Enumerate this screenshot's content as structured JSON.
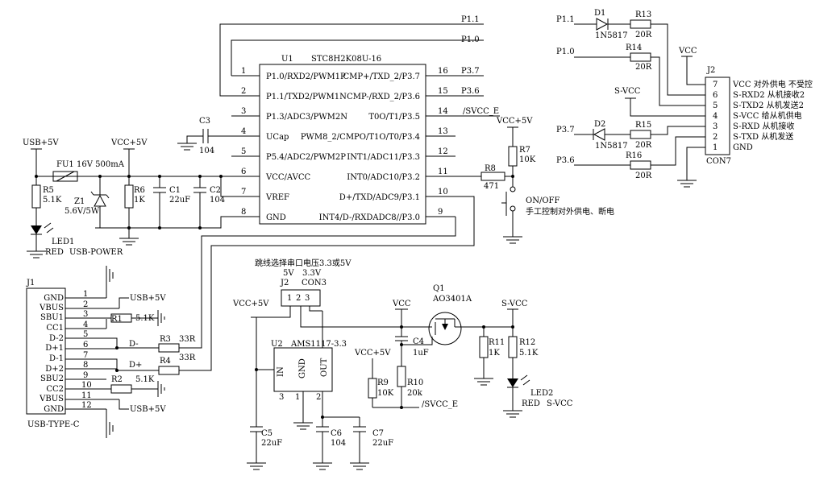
{
  "u1": {
    "ref": "U1",
    "part": "STC8H2K08U-16",
    "left": [
      {
        "num": "1",
        "name": "P1.0/RXD2/PWM1P"
      },
      {
        "num": "2",
        "name": "P1.1/TXD2/PWM1N"
      },
      {
        "num": "3",
        "name": "P1.3/ADC3/PWM2N"
      },
      {
        "num": "4",
        "name": "UCap"
      },
      {
        "num": "5",
        "name": "P5.4/ADC2/PWM2P"
      },
      {
        "num": "6",
        "name": "VCC/AVCC"
      },
      {
        "num": "7",
        "name": "VREF"
      },
      {
        "num": "8",
        "name": "GND"
      }
    ],
    "right": [
      {
        "num": "16",
        "name": "CMP+/TXD_2/P3.7"
      },
      {
        "num": "15",
        "name": "CMP-/RXD_2/P3.6"
      },
      {
        "num": "14",
        "name": "T0O/T1/P3.5"
      },
      {
        "num": "13",
        "name": "PWM8_2/CMPO/T1O/T0/P3.4"
      },
      {
        "num": "12",
        "name": "INT1/ADC11/P3.3"
      },
      {
        "num": "11",
        "name": "INT0/ADC10/P3.2"
      },
      {
        "num": "10",
        "name": "D+/TXD/ADC9/P3.1"
      },
      {
        "num": "9",
        "name": "INT4/D-/RXDADC8//P3.0"
      }
    ]
  },
  "nets": {
    "p11": "P1.1",
    "p10": "P1.0",
    "p37": "P3.7",
    "p36": "P3.6",
    "svcc_e": "/SVCC_E",
    "usb5v": "USB+5V",
    "vcc5v": "VCC+5V",
    "vcc": "VCC",
    "svcc": "S-VCC",
    "dminus": "D-",
    "dplus": "D+"
  },
  "parts": {
    "c3": {
      "ref": "C3",
      "val": "104"
    },
    "fu1": {
      "ref": "FU1",
      "val": "16V 500mA"
    },
    "r5": {
      "ref": "R5",
      "val": "5.1K"
    },
    "led1": {
      "ref": "LED1",
      "color": "RED",
      "label": "USB-POWER"
    },
    "z1": {
      "ref": "Z1",
      "val": "5.6V/5W"
    },
    "r6": {
      "ref": "R6",
      "val": "1K"
    },
    "c1": {
      "ref": "C1",
      "val": "22uF"
    },
    "c2": {
      "ref": "C2",
      "val": "104"
    },
    "r7": {
      "ref": "R7",
      "val": "10K"
    },
    "r8": {
      "ref": "R8",
      "val": "471"
    },
    "sw": {
      "label": "ON/OFF",
      "desc": "手工控制对外供电、断电"
    },
    "d1": {
      "ref": "D1",
      "val": "1N5817"
    },
    "d2": {
      "ref": "D2",
      "val": "1N5817"
    },
    "r13": {
      "ref": "R13",
      "val": "20R"
    },
    "r14": {
      "ref": "R14",
      "val": "20R"
    },
    "r15": {
      "ref": "R15",
      "val": "20R"
    },
    "r16": {
      "ref": "R16",
      "val": "20R"
    },
    "r1": {
      "ref": "R1",
      "val": "5.1K"
    },
    "r2": {
      "ref": "R2",
      "val": "5.1K"
    },
    "r3": {
      "ref": "R3",
      "val": "33R"
    },
    "r4": {
      "ref": "R4",
      "val": "33R"
    },
    "c5": {
      "ref": "C5",
      "val": "22uF"
    },
    "c6": {
      "ref": "C6",
      "val": "104"
    },
    "c7": {
      "ref": "C7",
      "val": "22uF"
    },
    "q1": {
      "ref": "Q1",
      "part": "AO3401A"
    },
    "c4": {
      "ref": "C4",
      "val": "1uF"
    },
    "r9": {
      "ref": "R9",
      "val": "10K"
    },
    "r10": {
      "ref": "R10",
      "val": "20k"
    },
    "r11": {
      "ref": "R11",
      "val": "1K"
    },
    "r12": {
      "ref": "R12",
      "val": "5.1K"
    },
    "led2": {
      "ref": "LED2",
      "color": "RED",
      "label": "S-VCC"
    }
  },
  "con7": {
    "ref": "J2",
    "type": "CON7",
    "pins": [
      {
        "num": "7",
        "desc": "VCC 对外供电 不受控"
      },
      {
        "num": "6",
        "desc": "S-RXD2 从机接收2"
      },
      {
        "num": "5",
        "desc": "S-TXD2 从机发送2"
      },
      {
        "num": "4",
        "desc": "S-VCC 给从机供电"
      },
      {
        "num": "3",
        "desc": "S-RXD 从机接收"
      },
      {
        "num": "2",
        "desc": "S-TXD 从机发送"
      },
      {
        "num": "1",
        "desc": "GND"
      }
    ]
  },
  "usbc": {
    "ref": "J1",
    "type": "USB-TYPE-C",
    "pins": [
      {
        "num": "1",
        "name": "GND"
      },
      {
        "num": "2",
        "name": "VBUS"
      },
      {
        "num": "3",
        "name": "SBU1"
      },
      {
        "num": "4",
        "name": "CC1"
      },
      {
        "num": "5",
        "name": "D-2"
      },
      {
        "num": "6",
        "name": "D+1"
      },
      {
        "num": "7",
        "name": "D-1"
      },
      {
        "num": "8",
        "name": "D+2"
      },
      {
        "num": "9",
        "name": "SBU2"
      },
      {
        "num": "10",
        "name": "CC2"
      },
      {
        "num": "11",
        "name": "VBUS"
      },
      {
        "num": "12",
        "name": "GND"
      }
    ]
  },
  "jumper": {
    "desc": "跳线选择串口电压3.3或5V",
    "opt5v": "5V",
    "opt33v": "3.3V",
    "ref": "J2",
    "type": "CON3",
    "pins": [
      "1",
      "2",
      "3"
    ]
  },
  "u2": {
    "ref": "U2",
    "part": "AMS1117-3.3",
    "in": "IN",
    "gnd": "GND",
    "out": "OUT",
    "pin_in": "3",
    "pin_gnd": "1",
    "pin_out": "2"
  }
}
